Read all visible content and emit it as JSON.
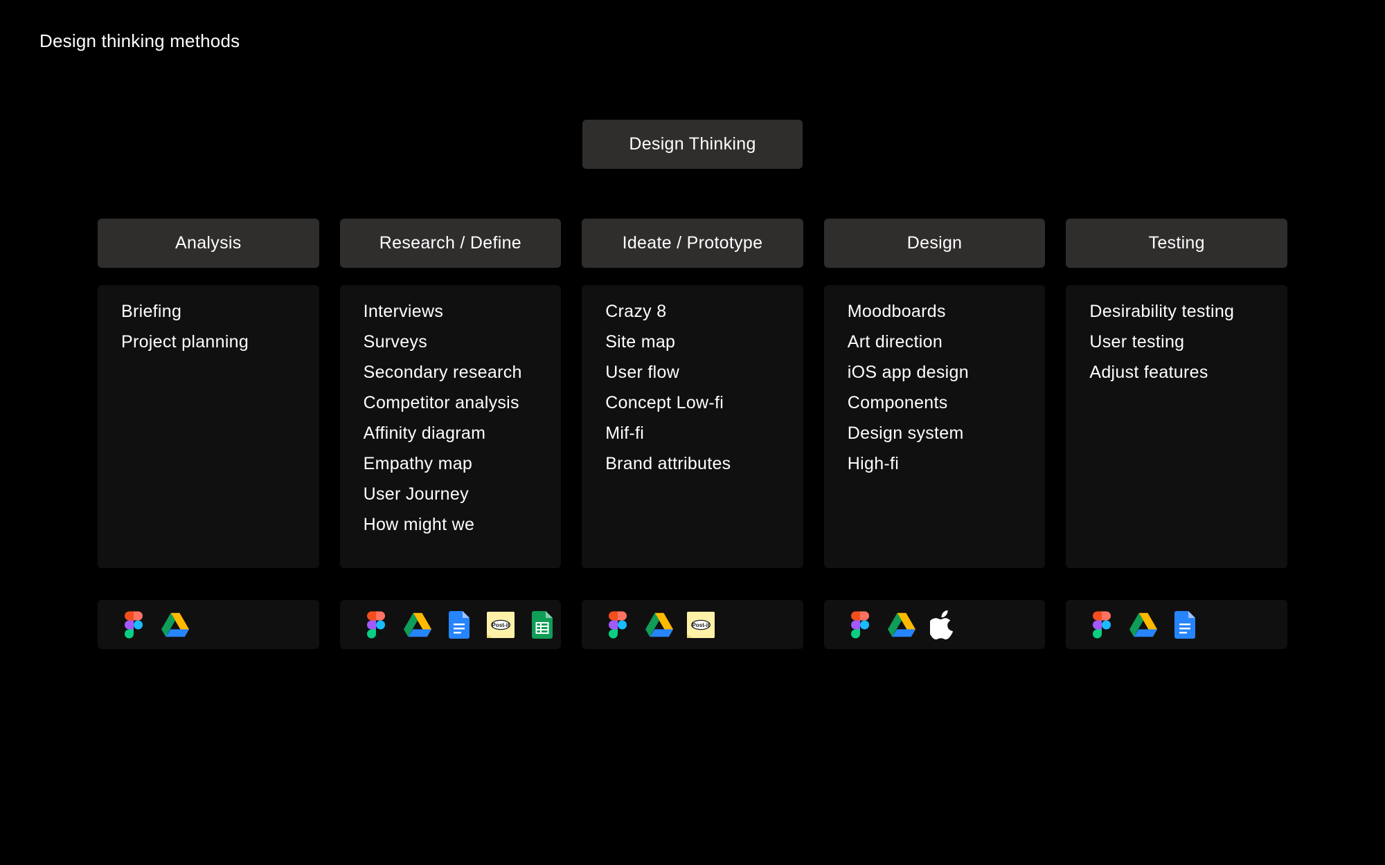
{
  "page": {
    "title": "Design thinking methods"
  },
  "root": {
    "label": "Design Thinking"
  },
  "colors": {
    "background": "#000000",
    "node_fill": "#302e2d",
    "panel_fill": "#111010",
    "text": "#ffffff"
  },
  "columns": [
    {
      "header": "Analysis",
      "items": [
        "Briefing",
        "Project planning"
      ],
      "tools": [
        "figma-icon",
        "google-drive-icon"
      ]
    },
    {
      "header": "Research / Define",
      "items": [
        "Interviews",
        "Surveys",
        "Secondary research",
        "Competitor analysis",
        "Affinity diagram",
        "Empathy map",
        "User Journey",
        "How might we"
      ],
      "tools": [
        "figma-icon",
        "google-drive-icon",
        "google-docs-icon",
        "post-it-icon",
        "google-sheets-icon"
      ]
    },
    {
      "header": "Ideate / Prototype",
      "items": [
        "Crazy 8",
        "Site map",
        "User flow",
        "Concept Low-fi",
        "Mif-fi",
        "Brand attributes"
      ],
      "tools": [
        "figma-icon",
        "google-drive-icon",
        "post-it-icon"
      ]
    },
    {
      "header": "Design",
      "items": [
        "Moodboards",
        "Art direction",
        "iOS app design",
        "Components",
        "Design system",
        "High-fi"
      ],
      "tools": [
        "figma-icon",
        "google-drive-icon",
        "apple-icon"
      ]
    },
    {
      "header": "Testing",
      "items": [
        "Desirability testing",
        "User testing",
        "Adjust features"
      ],
      "tools": [
        "figma-icon",
        "google-drive-icon",
        "google-docs-icon"
      ]
    }
  ],
  "icon_labels": {
    "post_it": "Post-it"
  }
}
